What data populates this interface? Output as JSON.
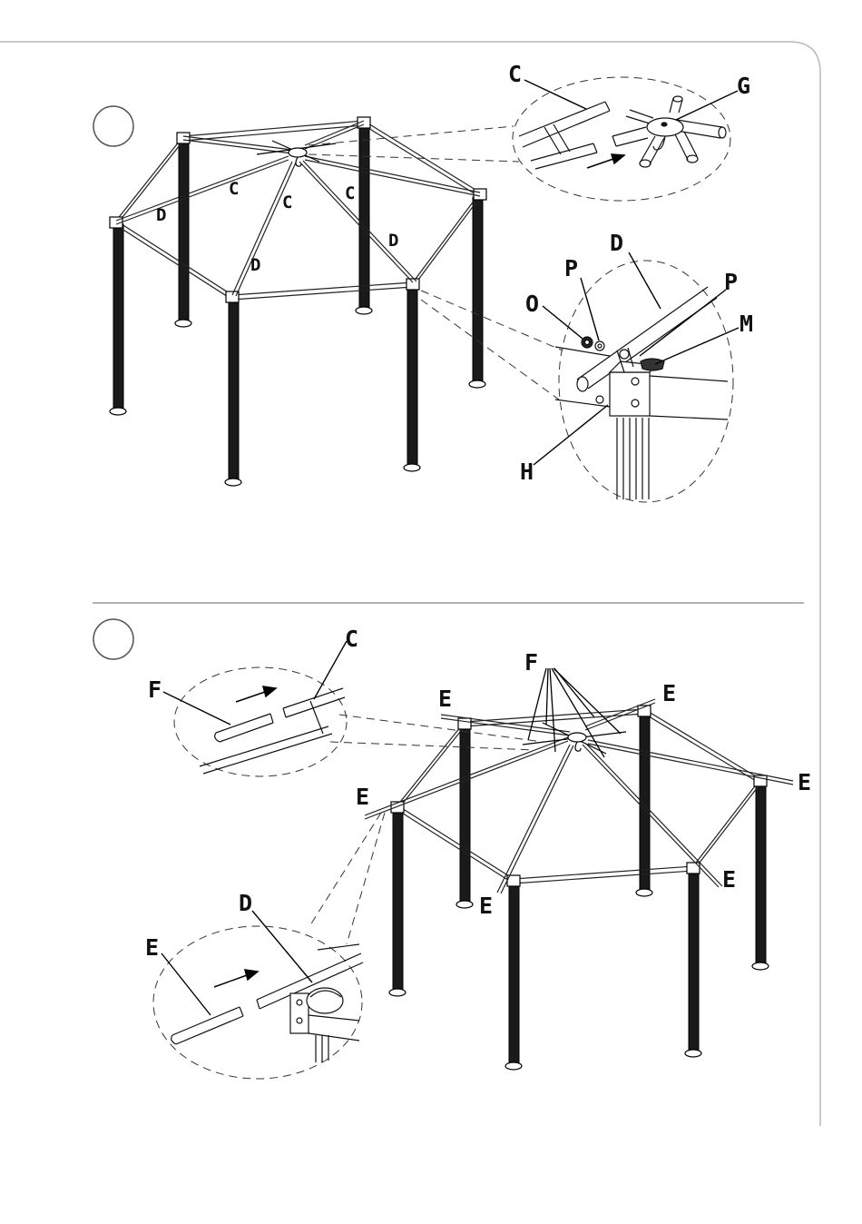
{
  "step1": {
    "top_hub_callout": {
      "labels": [
        "C",
        "G"
      ]
    },
    "frame_labels": [
      "C",
      "C",
      "C",
      "D",
      "D",
      "D"
    ],
    "corner_callout": {
      "labels": [
        "D",
        "P",
        "P",
        "O",
        "M",
        "H"
      ]
    }
  },
  "step2": {
    "rafter_labels": [
      "F",
      "E",
      "E",
      "E",
      "E",
      "E",
      "E"
    ],
    "extension_callout": {
      "labels": [
        "F",
        "C"
      ]
    },
    "corner_callout": {
      "labels": [
        "D",
        "E"
      ]
    }
  }
}
